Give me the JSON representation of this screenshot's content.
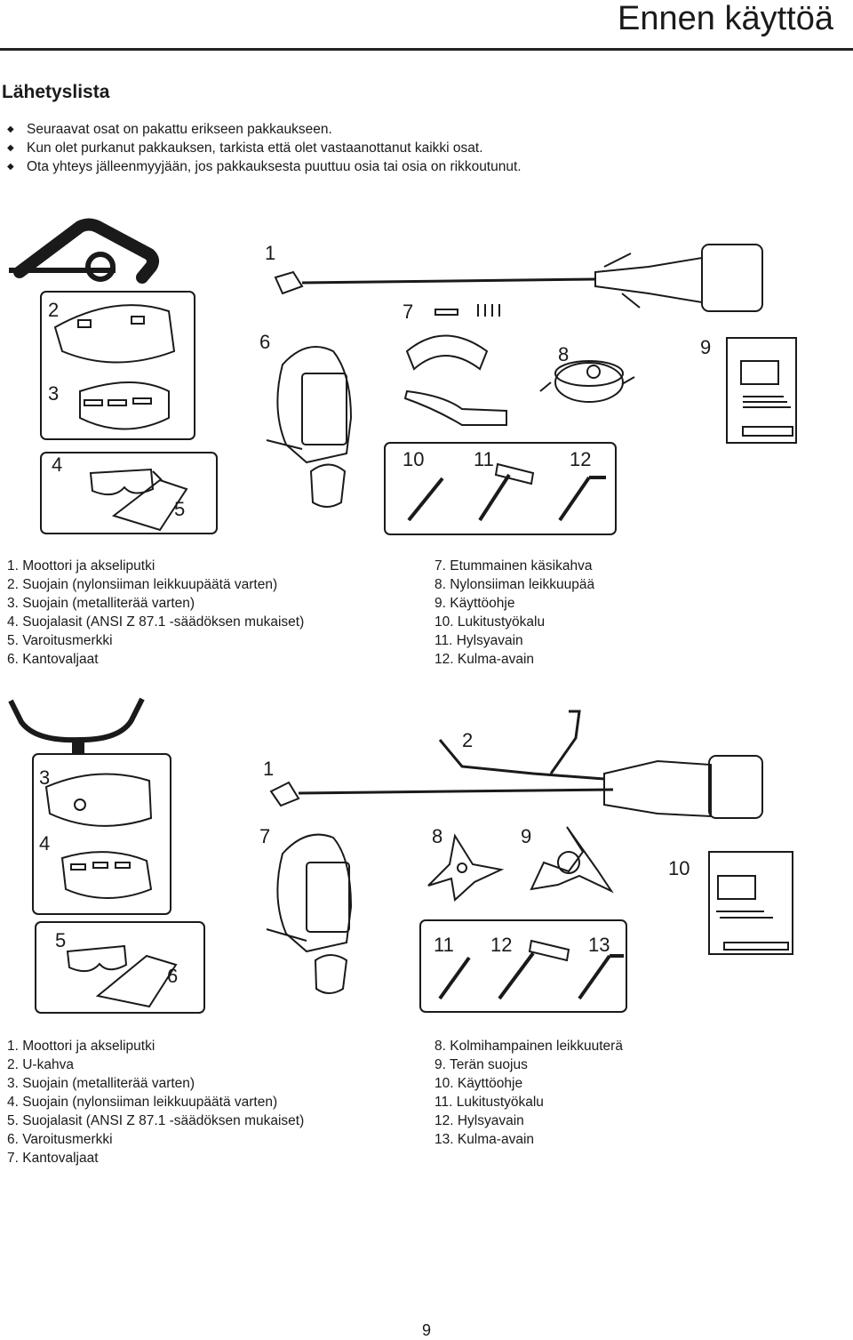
{
  "header": {
    "title": "Ennen käyttöä"
  },
  "section": {
    "title": "Lähetyslista"
  },
  "bullets": [
    "Seuraavat osat on pakattu erikseen pakkaukseen.",
    "Kun olet purkanut pakkauksen, tarkista että olet vastaanottanut kaikki osat.",
    "Ota yhteys jälleenmyyjään, jos pakkauksesta puuttuu osia tai osia on rikkoutunut."
  ],
  "figure1": {
    "callouts": [
      "1",
      "2",
      "3",
      "4",
      "5",
      "6",
      "7",
      "8",
      "9",
      "10",
      "11",
      "12"
    ]
  },
  "legend1": {
    "left": [
      "1. Moottori ja akseliputki",
      "2. Suojain (nylonsiiman leikkuupäätä varten)",
      "3. Suojain (metalliterää varten)",
      "4. Suojalasit (ANSI Z 87.1 -säädöksen mukaiset)",
      "5. Varoitusmerkki",
      "6. Kantovaljaat"
    ],
    "right": [
      "7. Etummainen käsikahva",
      "8. Nylonsiiman leikkuupää",
      "9. Käyttöohje",
      "10. Lukitustyökalu",
      "11. Hylsyavain",
      "12. Kulma-avain"
    ]
  },
  "figure2": {
    "callouts": [
      "1",
      "2",
      "3",
      "4",
      "5",
      "6",
      "7",
      "8",
      "9",
      "10",
      "11",
      "12",
      "13"
    ]
  },
  "legend2": {
    "left": [
      "1. Moottori ja akseliputki",
      "2. U-kahva",
      "3. Suojain (metalliterää varten)",
      "4. Suojain (nylonsiiman leikkuupäätä varten)",
      "5. Suojalasit (ANSI Z 87.1 -säädöksen mukaiset)",
      "6. Varoitusmerkki",
      "7. Kantovaljaat"
    ],
    "right": [
      "8. Kolmihampainen leikkuuterä",
      "9. Terän suojus",
      "10. Käyttöohje",
      "11. Lukitustyökalu",
      "12. Hylsyavain",
      "13. Kulma-avain"
    ]
  },
  "page_number": "9"
}
